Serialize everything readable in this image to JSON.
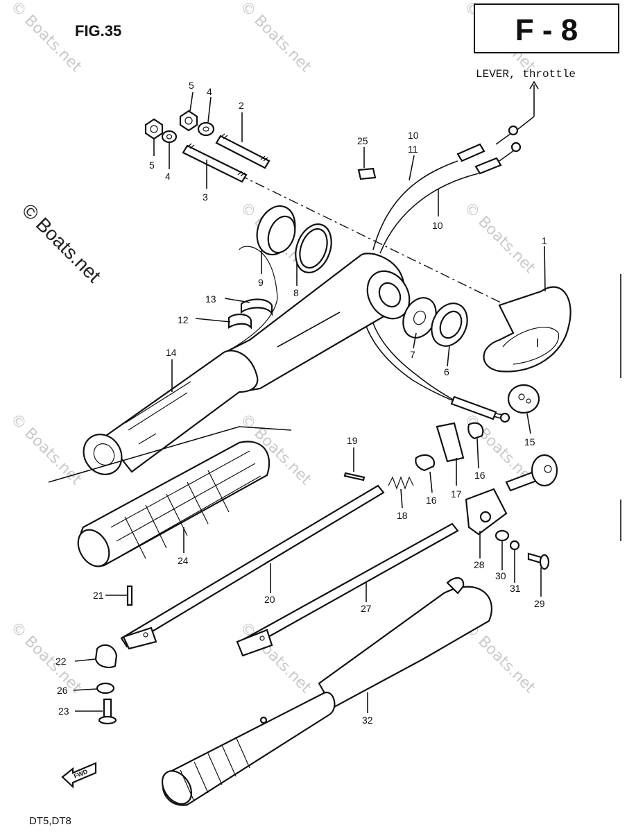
{
  "figure_label": "FIG.35",
  "page_code": "F - 8",
  "lever_label": "LEVER, throttle",
  "model_label": "DT5,DT8",
  "fwd_label": "FWD",
  "watermark": "© Boats.net",
  "callouts": {
    "c1": "1",
    "c2": "2",
    "c3": "3",
    "c4a": "4",
    "c4b": "4",
    "c5a": "5",
    "c5b": "5",
    "c6": "6",
    "c7": "7",
    "c8": "8",
    "c9": "9",
    "c10a": "10",
    "c10b": "10",
    "c11": "11",
    "c12": "12",
    "c13": "13",
    "c14": "14",
    "c15": "15",
    "c16a": "16",
    "c16b": "16",
    "c17": "17",
    "c18": "18",
    "c19": "19",
    "c20": "20",
    "c21": "21",
    "c22": "22",
    "c23": "23",
    "c24": "24",
    "c25": "25",
    "c26": "26",
    "c27": "27",
    "c28": "28",
    "c29": "29",
    "c30": "30",
    "c31": "31",
    "c32": "32"
  }
}
